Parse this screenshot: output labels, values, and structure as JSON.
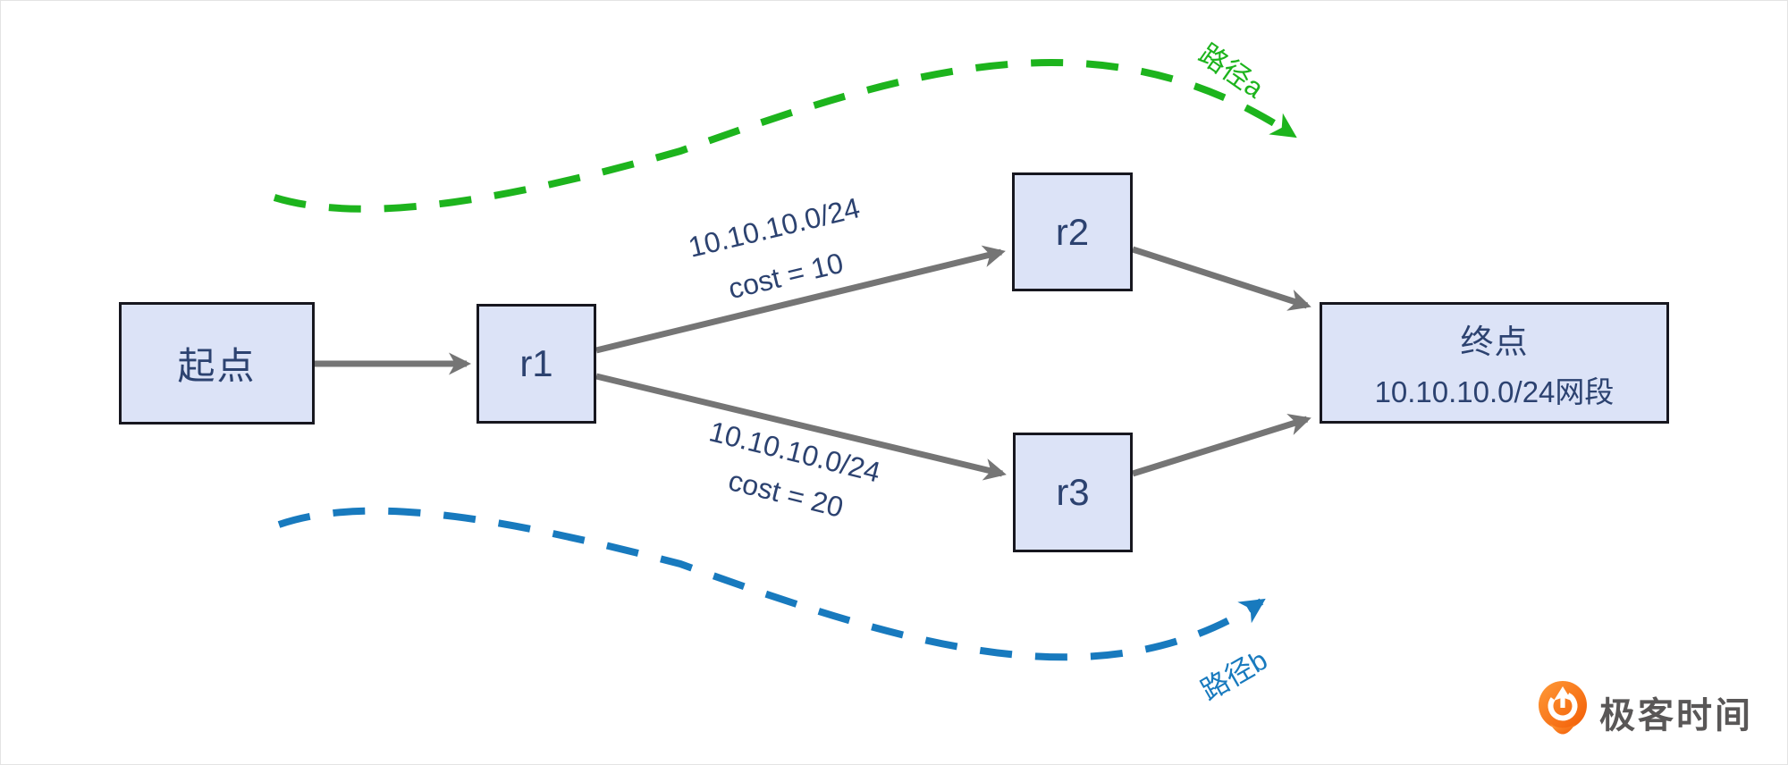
{
  "diagram": {
    "nodes": {
      "start": {
        "label": "起点"
      },
      "r1": {
        "label": "r1"
      },
      "r2": {
        "label": "r2"
      },
      "r3": {
        "label": "r3"
      },
      "end": {
        "title": "终点",
        "subtitle": "10.10.10.0/24网段"
      }
    },
    "edges": {
      "r1_to_r2": {
        "network": "10.10.10.0/24",
        "cost": "cost = 10"
      },
      "r1_to_r3": {
        "network": "10.10.10.0/24",
        "cost": "cost = 20"
      }
    },
    "routes": {
      "path_a": {
        "label": "路径a",
        "color": "#1db41d",
        "style": "dashed"
      },
      "path_b": {
        "label": "路径b",
        "color": "#187abe",
        "style": "dashed"
      }
    }
  },
  "branding": {
    "logo_text": "极客时间",
    "logo_icon": "geektime-pin-icon",
    "logo_orange": "#f5700f",
    "logo_text_color": "#595757"
  },
  "colors": {
    "node_fill": "#dce3f7",
    "node_border": "#17171f",
    "node_text": "#2c4270",
    "arrow_gray": "#757575",
    "background": "#ffffff"
  }
}
